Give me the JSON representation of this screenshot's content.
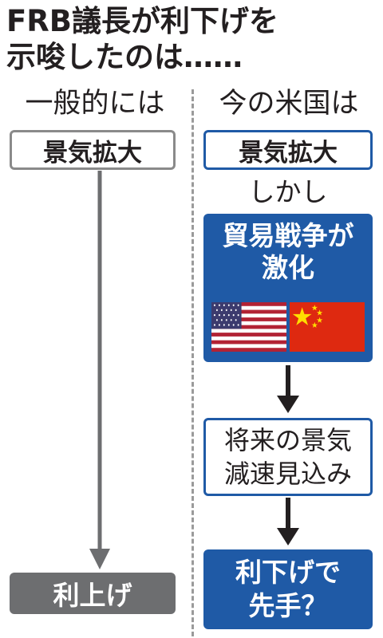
{
  "title": {
    "line1": "FRB議長が利下げを",
    "line2": "示唆したのは……"
  },
  "left_column": {
    "header": "一般的には",
    "start_box": "景気拡大",
    "end_box": "利上げ"
  },
  "right_column": {
    "header": "今の米国は",
    "start_box": "景気拡大",
    "connector_text": "しかし",
    "trade_war_box": {
      "line1": "貿易戦争が",
      "line2": "激化",
      "flags": [
        "us-flag-icon",
        "china-flag-icon"
      ]
    },
    "outlook_box": {
      "line1": "将来の景気",
      "line2": "減速見込み"
    },
    "end_box": {
      "line1": "利下げで",
      "line2": "先手？"
    }
  },
  "colors": {
    "accent_blue": "#1f5aa6",
    "neutral_gray": "#6d6e70",
    "outline_gray": "#8a8a8a",
    "us_red": "#b22234",
    "us_blue": "#3c3b6e",
    "china_red": "#de2910",
    "china_yellow": "#ffde00"
  }
}
